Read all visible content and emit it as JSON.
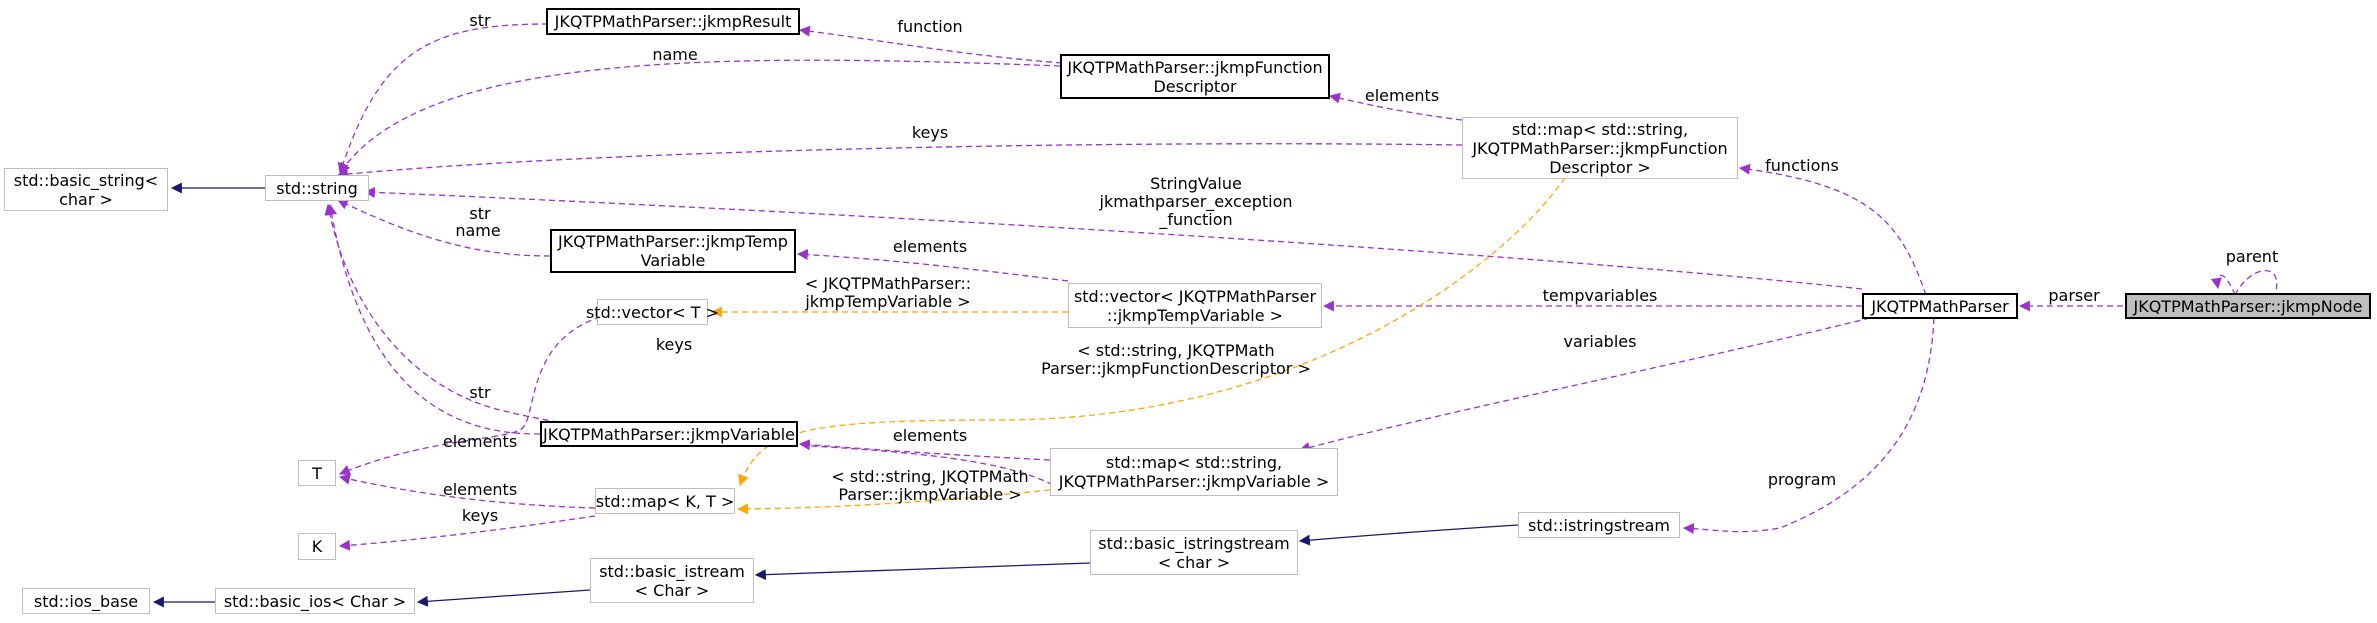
{
  "nodes": {
    "jkmpResult": "JKQTPMathParser::jkmpResult",
    "jkmpFunctionDescriptor_1": "JKQTPMathParser::jkmpFunction",
    "jkmpFunctionDescriptor_2": "Descriptor",
    "basic_string_1": "std::basic_string<",
    "basic_string_2": "char >",
    "string": "std::string",
    "map_function_1": "std::map< std::string,",
    "map_function_2": "JKQTPMathParser::jkmpFunction",
    "map_function_3": "Descriptor >",
    "jkmpTempVariable_1": "JKQTPMathParser::jkmpTemp",
    "jkmpTempVariable_2": "Variable",
    "vector_T": "std::vector< T >",
    "vector_temp_1": "std::vector< JKQTPMathParser",
    "vector_temp_2": "::jkmpTempVariable >",
    "parser": "JKQTPMathParser",
    "jkmpNode": "JKQTPMathParser::jkmpNode",
    "jkmpVariable": "JKQTPMathParser::jkmpVariable",
    "T": "T",
    "map_KT": "std::map< K, T >",
    "map_var_1": "std::map< std::string,",
    "map_var_2": "JKQTPMathParser::jkmpVariable >",
    "K": "K",
    "istringstream": "std::istringstream",
    "basic_istringstream_1": "std::basic_istringstream",
    "basic_istringstream_2": "< char >",
    "basic_istream_1": "std::basic_istream",
    "basic_istream_2": "< Char >",
    "ios_base": "std::ios_base",
    "basic_ios": "std::basic_ios< Char >"
  },
  "edge_labels": {
    "str_result": "str",
    "function": "function",
    "name": "name",
    "elements_fd": "elements",
    "keys_map_function": "keys",
    "functions": "functions",
    "stringvalue_1": "StringValue",
    "stringvalue_2": "jkmathparser_exception",
    "stringvalue_3": "_function",
    "str_temp": "str",
    "name_temp": "name",
    "elements_temp": "elements",
    "tmpl_temp_1": "< JKQTPMathParser::",
    "tmpl_temp_2": "jkmpTempVariable >",
    "tempvariables": "tempvariables",
    "parser": "parser",
    "parent": "parent",
    "keys_var": "keys",
    "tmpl_fd_1": "< std::string, JKQTPMath",
    "tmpl_fd_2": "Parser::jkmpFunctionDescriptor >",
    "variables": "variables",
    "str_var": "str",
    "elements_vecT": "elements",
    "elements_var": "elements",
    "elements_map": "elements",
    "tmpl_var_1": "< std::string, JKQTPMath",
    "tmpl_var_2": "Parser::jkmpVariable >",
    "keys_K": "keys",
    "program": "program"
  },
  "colors": {
    "usage_edge": "#9a32cd",
    "template_edge": "#ffa500",
    "inherit_edge": "#191970",
    "node_border": "#bfbfbf",
    "focus_fill": "#bfbfbf"
  }
}
